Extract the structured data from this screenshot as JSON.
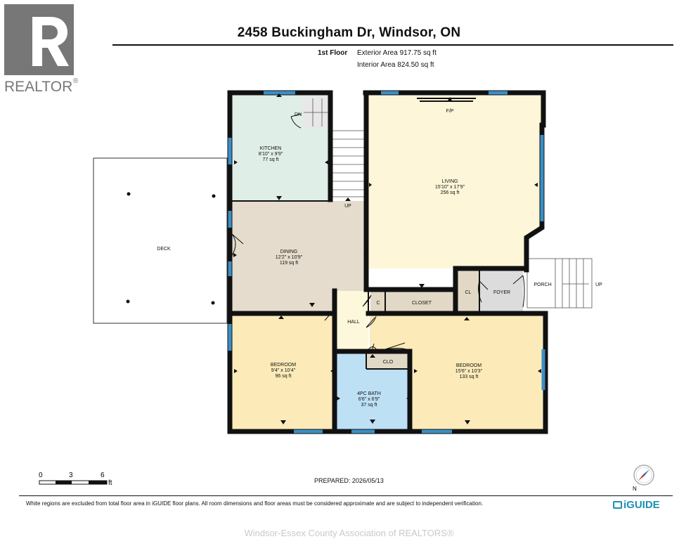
{
  "header": {
    "title": "2458 Buckingham Dr, Windsor, ON",
    "floor": "1st Floor",
    "exterior_area": "Exterior Area 917.75 sq ft",
    "interior_area": "Interior Area 824.50 sq ft"
  },
  "logo": {
    "text": "REALTOR",
    "registered": "®"
  },
  "rooms": {
    "kitchen": {
      "name": "KITCHEN",
      "dims": "8'10\" x 9'9\"",
      "area": "77 sq ft"
    },
    "dining": {
      "name": "DINING",
      "dims": "12'2\" x 10'9\"",
      "area": "119 sq ft"
    },
    "living": {
      "name": "LIVING",
      "dims": "15'10\" x 17'9\"",
      "area": "256 sq ft"
    },
    "bedroom_left": {
      "name": "BEDROOM",
      "dims": "9'4\" x 10'4\"",
      "area": "96 sq ft"
    },
    "bath": {
      "name": "4PC BATH",
      "dims": "6'6\" x 6'9\"",
      "area": "37 sq ft"
    },
    "bedroom_right": {
      "name": "BEDROOM",
      "dims": "15'6\" x 10'3\"",
      "area": "133 sq ft"
    }
  },
  "labels": {
    "deck": "DECK",
    "fp": "F/P",
    "up_stairs": "UP",
    "dn": "DN",
    "hall": "HALL",
    "c": "C",
    "closet": "CLOSET",
    "cl": "CL",
    "foyer": "FOYER",
    "porch": "PORCH",
    "porch_up": "UP",
    "clo": "CLO"
  },
  "scale": {
    "t0": "0",
    "t3": "3",
    "t6": "6",
    "unit": "ft"
  },
  "prepared": "PREPARED: 2026/05/13",
  "disclaimer": "White regions are excluded from total floor area in iGUIDE floor plans. All room dimensions and floor areas must be considered approximate and are subject to independent verification.",
  "brand": "iGUIDE",
  "compass_label": "N",
  "footer": "Windsor-Essex County Association of REALTORS®",
  "colors": {
    "kitchen": "#dfeee6",
    "dining": "#e5dccd",
    "living": "#fdf6d8",
    "bedroom": "#fcebb9",
    "hall": "#fdf8dc",
    "bath": "#bde0f5",
    "closet": "#e2d8c6",
    "foyer": "#dcdcdc",
    "window": "#3b8ec4",
    "wall": "#111111",
    "brand": "#1a8fb5"
  }
}
